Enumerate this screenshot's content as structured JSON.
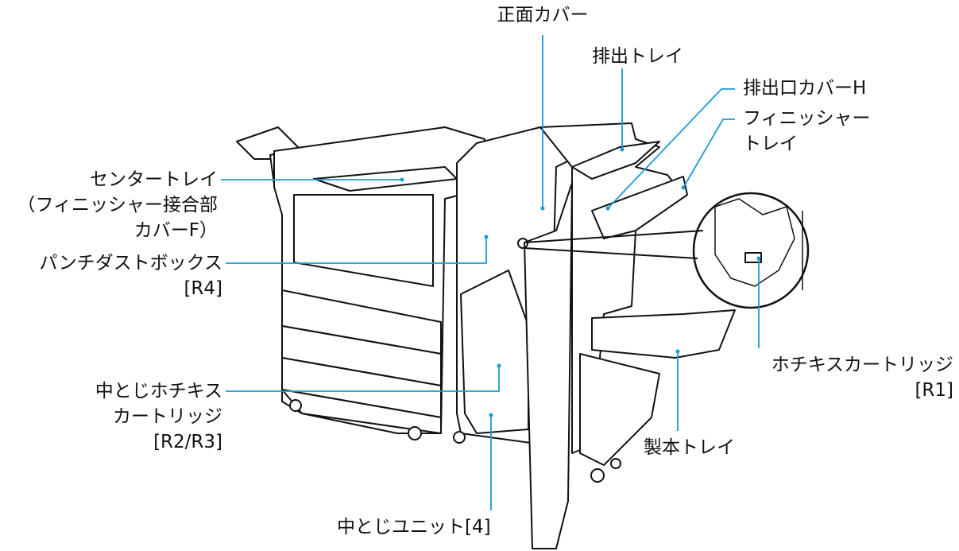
{
  "labels": {
    "front_cover": "正面カバー",
    "output_tray": "排出トレイ",
    "exit_cover": "排出口カバーH",
    "finisher_tray_1": "フィニッシャー",
    "finisher_tray_2": "トレイ",
    "center_tray_1": "センタートレイ",
    "center_tray_2": "（フィニッシャー接合部",
    "center_tray_3": "カバーF）",
    "punch_box_1": "パンチダストボックス",
    "punch_box_2": "[R4]",
    "saddle_staple_1": "中とじホチキス",
    "saddle_staple_2": "カートリッジ",
    "saddle_staple_3": "[R2/R3]",
    "saddle_unit": "中とじユニット[4]",
    "staple_cartridge_1": "ホチキスカートリッジ",
    "staple_cartridge_2": "[R1]",
    "booklet_tray": "製本トレイ"
  },
  "colors": {
    "leader": "#1a9ad6",
    "line": "#111111",
    "bg": "#ffffff"
  }
}
